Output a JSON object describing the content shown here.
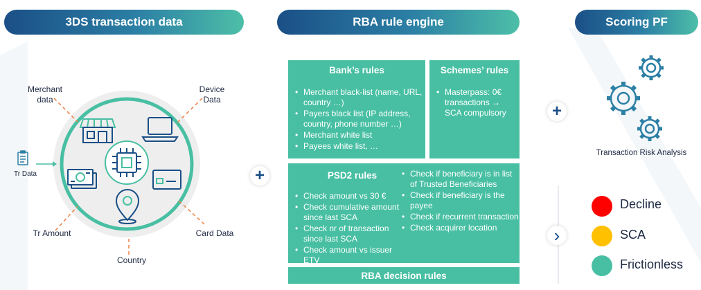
{
  "headers": {
    "left": "3DS transaction data",
    "middle": "RBA rule engine",
    "right": "Scoring PF"
  },
  "data_sources": {
    "merchant": "Merchant\ndata",
    "device": "Device\nData",
    "tr_data": "Tr Data",
    "tr_amount": "Tr Amount",
    "card": "Card Data",
    "country": "Country"
  },
  "banks_rules": {
    "title": "Bank’s rules",
    "items": [
      "Merchant black-list (name, URL, country …)",
      "Payers black list (IP address, country, phone number …)",
      "Merchant white list",
      "Payees white list, …"
    ]
  },
  "schemes_rules": {
    "title": "Schemes’ rules",
    "items": [
      "Masterpass: 0€ transactions → SCA compulsory"
    ]
  },
  "psd2_rules": {
    "title": "PSD2 rules",
    "left_items": [
      "Check amount vs 30 €",
      "Check cumulative amount since last SCA",
      "Check nr of transaction since last SCA",
      "Check amount vs issuer ETV"
    ],
    "right_items": [
      "Check if beneficiary is in list of Trusted Beneficiaries",
      "Check if beneficiary is the payee",
      "Check if recurrent transaction",
      "Check acquirer location"
    ]
  },
  "decision_rules": "RBA decision rules",
  "tra_label": "Transaction Risk Analysis",
  "plus_symbol": "+",
  "chevron_symbol": "›",
  "outcomes": [
    {
      "label": "Decline",
      "color": "#ff0000"
    },
    {
      "label": "SCA",
      "color": "#ffc000"
    },
    {
      "label": "Frictionless",
      "color": "#48bfa3"
    }
  ]
}
